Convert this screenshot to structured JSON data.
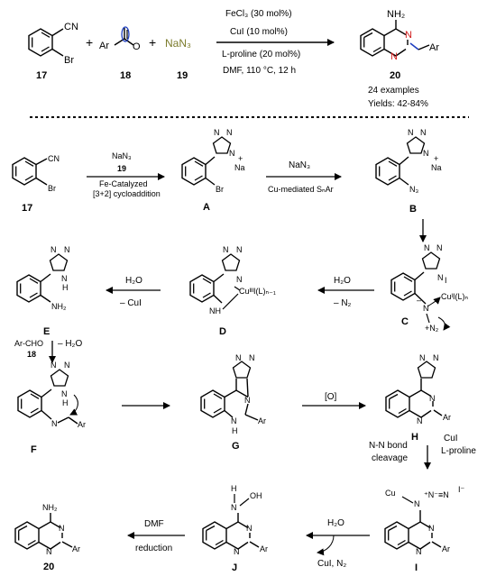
{
  "top_scheme": {
    "reactants": [
      {
        "id": "17",
        "substituents": [
          "CN",
          "Br"
        ]
      },
      {
        "id": "18",
        "group": "Ar"
      },
      {
        "id": "19",
        "formula": "NaN3",
        "display": "NaN₃",
        "color": "#7a7a2a"
      }
    ],
    "conditions": [
      "FeCl₃ (30 mol%)",
      "CuI (10 mol%)",
      "L-proline (20 mol%)",
      "DMF, 110 °C, 12 h"
    ],
    "product": {
      "id": "20",
      "substituents": [
        "NH₂",
        "N",
        "N",
        "Ar"
      ]
    },
    "results": [
      "24 examples",
      "Yields: 42-84%"
    ],
    "highlight_colors": {
      "blue": "#1f3fc0",
      "red": "#d01818"
    }
  },
  "mechanism": {
    "step1": {
      "reagent_top": "NaN₃",
      "reagent_num": "19",
      "below": [
        "Fe-Catalyzed",
        "[3+2] cycloaddition"
      ]
    },
    "step2": {
      "reagent_top": "NaN₃",
      "below": "Cu-mediated SₙAr"
    },
    "step3": {
      "reagent_top": "H₂O",
      "below": "– N₂"
    },
    "step4": {
      "reagent_top": "H₂O",
      "below": "– CuI"
    },
    "step5": {
      "reagent_top": "Ar-CHO",
      "reagent_num": "18",
      "side": "– H₂O"
    },
    "step7": {
      "reagent_top": "[O]"
    },
    "step8": {
      "left": [
        "N-N bond",
        "cleavage"
      ],
      "right": [
        "CuI",
        "L-proline"
      ]
    },
    "step9": {
      "reagent_top": "H₂O",
      "below": "CuI, N₂"
    },
    "step10": {
      "reagent_top": "DMF",
      "below": "reduction"
    },
    "labels": {
      "A": "A",
      "B": "B",
      "C": "C",
      "D": "D",
      "E": "E",
      "F": "F",
      "G": "G",
      "H": "H",
      "I": "I",
      "J": "J",
      "s17": "17",
      "s20": "20"
    },
    "atoms": {
      "CN": "CN",
      "Br": "Br",
      "N": "N",
      "H": "H",
      "Na": "Na",
      "plus": "+",
      "minus": "–",
      "N3": "N₃",
      "NH": "NH",
      "NH2": "NH₂",
      "Ar": "Ar",
      "OH": "OH",
      "I": "I",
      "Cu": "Cu",
      "CuIII": "CuᴵᴵᴵI(L)ₙ₋₁",
      "CuIL": "CuᴵI(L)ₙ",
      "N2plus": "+N₂",
      "azide": "⁺N⁻≡N",
      "Iminus": "I⁻"
    }
  }
}
